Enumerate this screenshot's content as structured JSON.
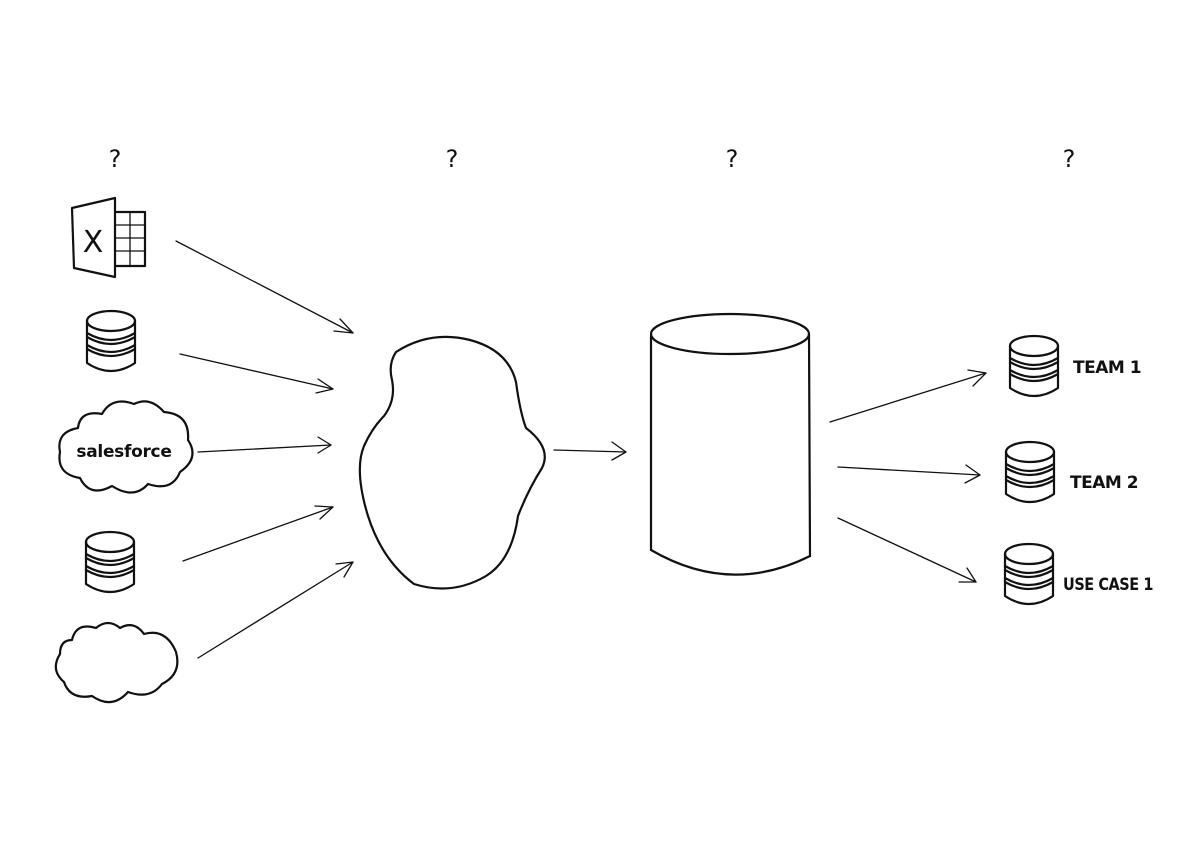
{
  "stages": [
    {
      "label": "?"
    },
    {
      "label": "?"
    },
    {
      "label": "?"
    },
    {
      "label": "?"
    }
  ],
  "sources": [
    {
      "icon": "excel-icon",
      "glyph": "X"
    },
    {
      "icon": "database-icon"
    },
    {
      "icon": "salesforce-cloud-icon",
      "label": "salesforce"
    },
    {
      "icon": "database-icon"
    },
    {
      "icon": "cloud-icon"
    }
  ],
  "processing": {
    "icon": "blob-shape"
  },
  "storage": {
    "icon": "cylinder-icon"
  },
  "outputs": [
    {
      "icon": "database-icon",
      "label": "TEAM 1"
    },
    {
      "icon": "database-icon",
      "label": "TEAM 2"
    },
    {
      "icon": "database-icon",
      "label": "USE CASE 1"
    }
  ],
  "colors": {
    "ink": "#111111",
    "background": "#ffffff"
  }
}
